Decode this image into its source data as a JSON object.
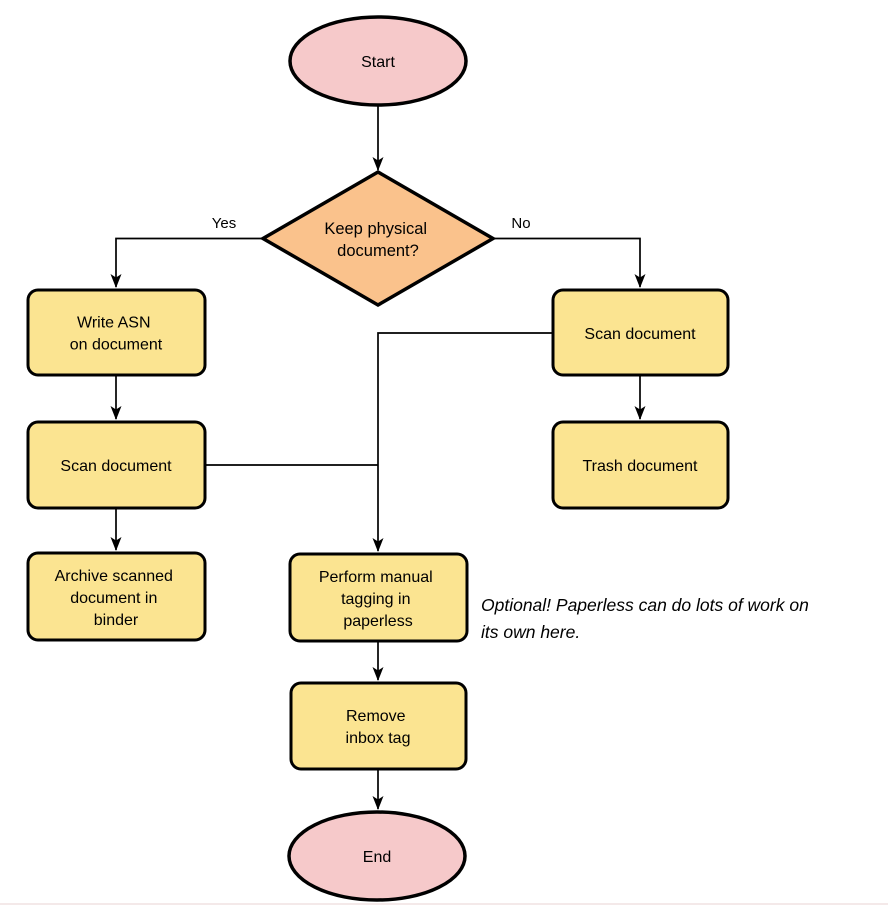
{
  "diagram": {
    "type": "flowchart",
    "colors": {
      "terminal_pink": "#F6C9CA",
      "decision_orange": "#FAC28C",
      "process_yellow": "#FBE491",
      "stroke_black": "#000000",
      "page_edge": "#F0E2E2"
    },
    "nodes": {
      "start": {
        "shape": "ellipse",
        "label": "Start"
      },
      "decision": {
        "shape": "diamond",
        "lines": [
          "Keep physical",
          "document?"
        ]
      },
      "write_asn": {
        "shape": "rounded-rect",
        "lines": [
          "Write ASN",
          "on document"
        ]
      },
      "scan_left": {
        "shape": "rounded-rect",
        "label": "Scan document"
      },
      "archive": {
        "shape": "rounded-rect",
        "lines": [
          "Archive scanned",
          "document in",
          "binder"
        ]
      },
      "scan_right": {
        "shape": "rounded-rect",
        "label": "Scan document"
      },
      "trash": {
        "shape": "rounded-rect",
        "label": "Trash document"
      },
      "tagging": {
        "shape": "rounded-rect",
        "lines": [
          "Perform manual",
          "tagging in",
          "paperless"
        ]
      },
      "remove_inbox": {
        "shape": "rounded-rect",
        "lines": [
          "Remove",
          "inbox tag"
        ]
      },
      "end": {
        "shape": "ellipse",
        "label": "End"
      }
    },
    "edge_labels": {
      "yes": "Yes",
      "no": "No"
    },
    "note": {
      "lines": [
        "Optional! Paperless can do lots of work on",
        "its own here."
      ]
    }
  }
}
